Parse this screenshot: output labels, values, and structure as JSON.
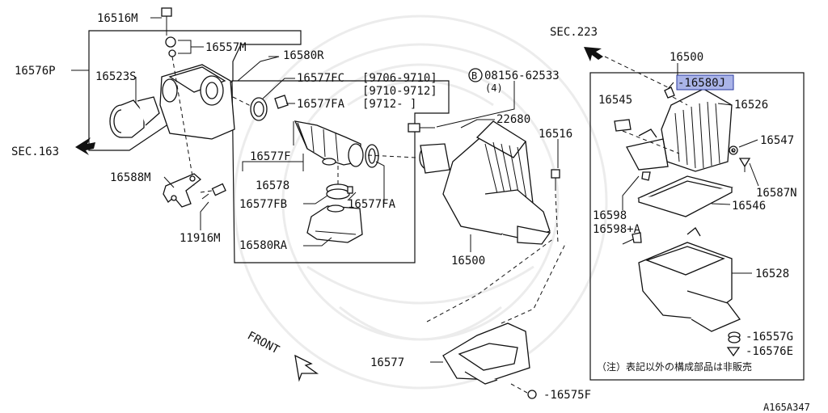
{
  "colors": {
    "line": "#111111",
    "highlight": "#aab4e8",
    "watermark": "#ececec"
  },
  "labels": {
    "p16516M": "16516M",
    "p16557M": "16557M",
    "p16580R": "16580R",
    "p16576P": "16576P",
    "p16523S": "16523S",
    "p16577FC": "16577FC",
    "range1": "[9706-9710]",
    "range2": "[9710-9712]",
    "p16577FA_top": "16577FA",
    "range3": "[9712-   ]",
    "bolt_circle": "B",
    "bolt_code": "08156-62533",
    "bolt_qty": "(4)",
    "sec163": "SEC.163",
    "sec223": "SEC.223",
    "p16577F": "16577F",
    "p16578": "16578",
    "p16577FB": "16577FB",
    "p16577FA_bot": "16577FA",
    "p16588M": "16588M",
    "p11916M": "11916M",
    "p16580RA": "16580RA",
    "p22680": "22680",
    "p16516": "16516",
    "p16500_mid": "16500",
    "p16500_top": "16500",
    "p16580J": "-16580J",
    "p16545": "16545",
    "p16526": "16526",
    "p16547": "16547",
    "p16587N": "16587N",
    "p16598": "16598",
    "p16598A": "16598+A",
    "p16546": "16546",
    "p16528": "16528",
    "p16557G": "-16557G",
    "p16576E": "-16576E",
    "p16577": "16577",
    "p16575F": "-16575F",
    "front": "FRONT",
    "note": "（注）表記以外の構成部品は非販売",
    "diagram_code": "A165A347"
  }
}
